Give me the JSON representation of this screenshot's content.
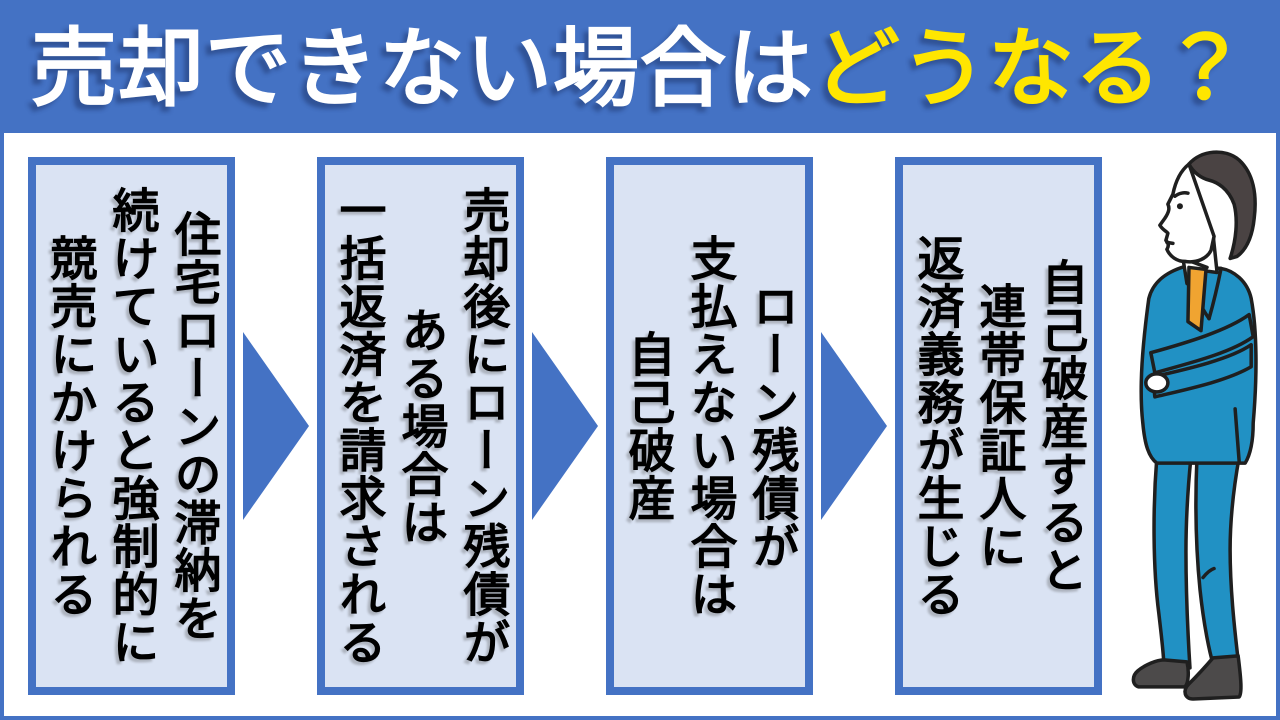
{
  "page": {
    "background": "#ffffff",
    "frame_color": "#4472c4"
  },
  "header": {
    "title_main": "売却できない場合は",
    "title_highlight": "どうなる？",
    "bg_color": "#4472c4",
    "text_color": "#ffffff",
    "highlight_color": "#ffe600"
  },
  "flow": {
    "box_fill": "#dae3f3",
    "box_border": "#4472c4",
    "arrow_color": "#4472c4",
    "steps": [
      {
        "text": "住宅ローンの滞納を\n続けていると強制的に\n競売にかけられる"
      },
      {
        "text": "売却後にローン残債が\nある場合は\n一括返済を請求される"
      },
      {
        "text": "ローン残債が\n支払えない場合は\n自己破産"
      },
      {
        "text": "自己破産すると\n連帯保証人に\n返済義務が生じる"
      }
    ]
  },
  "illustration": {
    "name": "businessman-arms-crossed",
    "suit_color": "#2191c4",
    "tie_color": "#f0a431",
    "hair_color": "#4a4343",
    "shoe_color": "#4c4a4a",
    "skin_color": "#ffffff",
    "outline_color": "#1f1f1f"
  }
}
